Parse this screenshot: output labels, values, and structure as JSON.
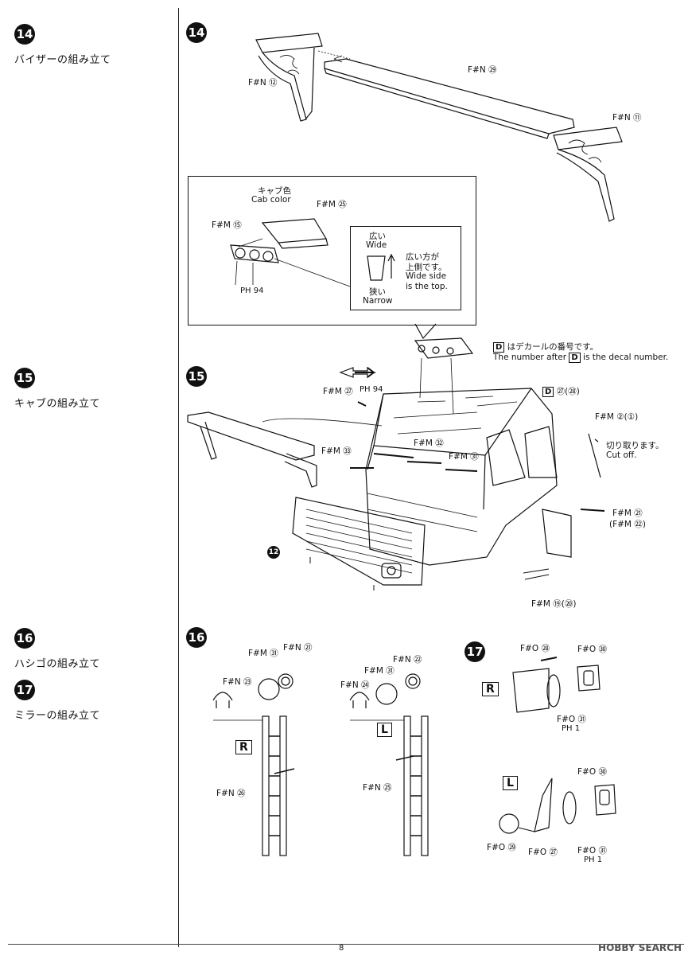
{
  "steps": [
    {
      "num": "14",
      "title": "バイザーの組み立て"
    },
    {
      "num": "15",
      "title": "キャブの組み立て"
    },
    {
      "num": "16",
      "title": "ハシゴの組み立て"
    },
    {
      "num": "17",
      "title": "ミラーの組み立て"
    }
  ],
  "main": {
    "badge14": "14",
    "badge15": "15",
    "badge16": "16",
    "badge17": "17",
    "visor": {
      "p12": "F#N ⑫",
      "p29": "F#N ㉙",
      "p11": "F#N ⑪"
    },
    "inset": {
      "cab_color_jp": "キャブ色",
      "cab_color_en": "Cab color",
      "p25": "F#M ㉕",
      "p15": "F#M ⑮",
      "ph94": "PH 94",
      "wide_jp": "広い",
      "wide_en": "Wide",
      "narrow_jp": "狭い",
      "narrow_en": "Narrow",
      "top_jp1": "広い方が",
      "top_jp2": "上側です。",
      "top_en1": "Wide side",
      "top_en2": "is the top."
    },
    "decal_note": {
      "jp": "はデカールの番号です。",
      "en_pre": "The number after",
      "en_post": "is the decal number.",
      "letter": "D"
    },
    "cab": {
      "p27": "F#M ㉗",
      "ph94": "PH 94",
      "d27": "㉗(㉘)",
      "p2": "F#M ②(①)",
      "cut_jp": "切り取ります。",
      "cut_en": "Cut off.",
      "p32": "F#M ㉜",
      "p33": "F#M ㉝",
      "p31": "F#M ㉛",
      "p21": "F#M ㉑",
      "p22": "(F#M ㉒)",
      "p19": "F#M ⑲(⑳)",
      "p12": "12"
    },
    "ladder_r": {
      "p61": "F#M ㉛",
      "p21": "F#N ㉑",
      "p23": "F#N ㉓",
      "p26": "F#N ㉖",
      "side": "R"
    },
    "ladder_l": {
      "p22": "F#N ㉒",
      "p61": "F#M ㉛",
      "p24": "F#N ㉔",
      "p25": "F#N ㉕",
      "side": "L"
    },
    "mirror_r": {
      "p28": "F#O ㉘",
      "p30": "F#O ㉚",
      "p31": "F#O ㉛",
      "ph1": "PH 1",
      "side": "R"
    },
    "mirror_l": {
      "p30": "F#O ㉚",
      "p29": "F#O ㉙",
      "p27": "F#O ㉗",
      "p31": "F#O ㉛",
      "ph1": "PH 1",
      "side": "L"
    }
  },
  "page_number": "8",
  "watermark": "HOBBY SEARCH"
}
